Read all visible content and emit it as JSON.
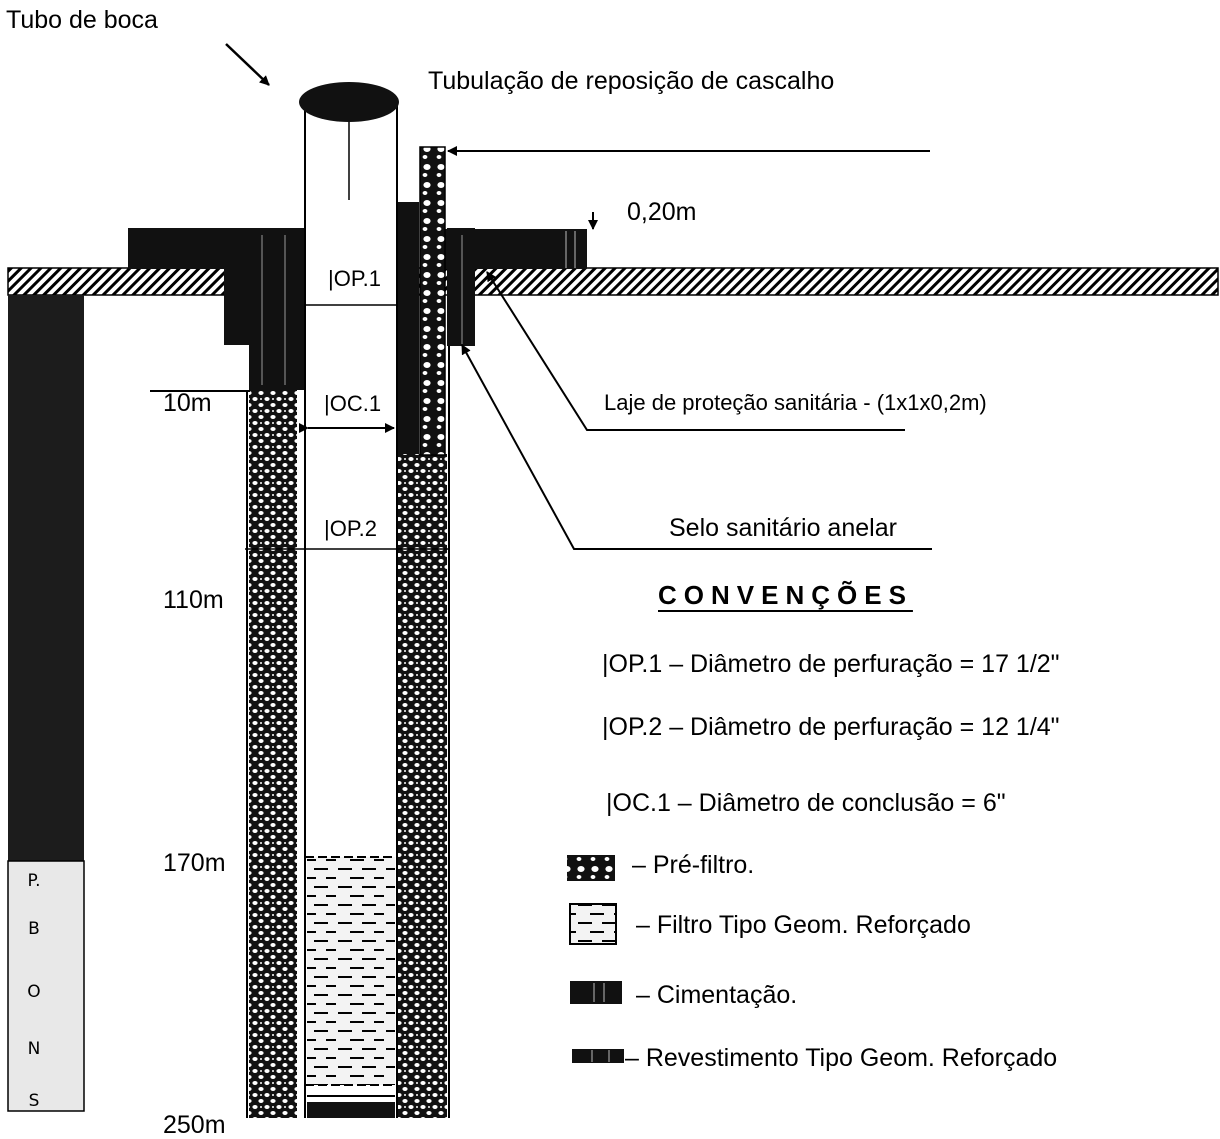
{
  "labels": {
    "tubo_boca": "Tubo de boca",
    "tubulacao": "Tubulação de reposição de cascalho",
    "slab_thickness": "0,20m",
    "op1_tag": "|OP.1",
    "oc1_tag": "|OC.1",
    "op2_tag": "|OP.2",
    "laje": "Laje de proteção sanitária - (1x1x0,2m)",
    "selo": "Selo sanitário anelar",
    "depth_10": "10m",
    "depth_110": "110m",
    "depth_170": "170m",
    "depth_250": "250m"
  },
  "formation": [
    "P.",
    "B",
    "O",
    "N",
    "S"
  ],
  "legend": {
    "title": "CONVENÇÕES",
    "op1": "|OP.1 – Diâmetro de perfuração = 17 1/2\"",
    "op2": "|OP.2 – Diâmetro de perfuração = 12 1/4\"",
    "oc1": "|OC.1 – Diâmetro de conclusão = 6\"",
    "prefiltro": "– Pré-filtro.",
    "filtro": "– Filtro Tipo Geom. Reforçado",
    "cimentacao": "– Cimentação.",
    "revestimento": "– Revestimento Tipo Geom. Reforçado"
  },
  "colors": {
    "ink": "#000000",
    "paper": "#ffffff",
    "column_dark": "#1c1c1c",
    "column_light": "#e8e8e8"
  }
}
